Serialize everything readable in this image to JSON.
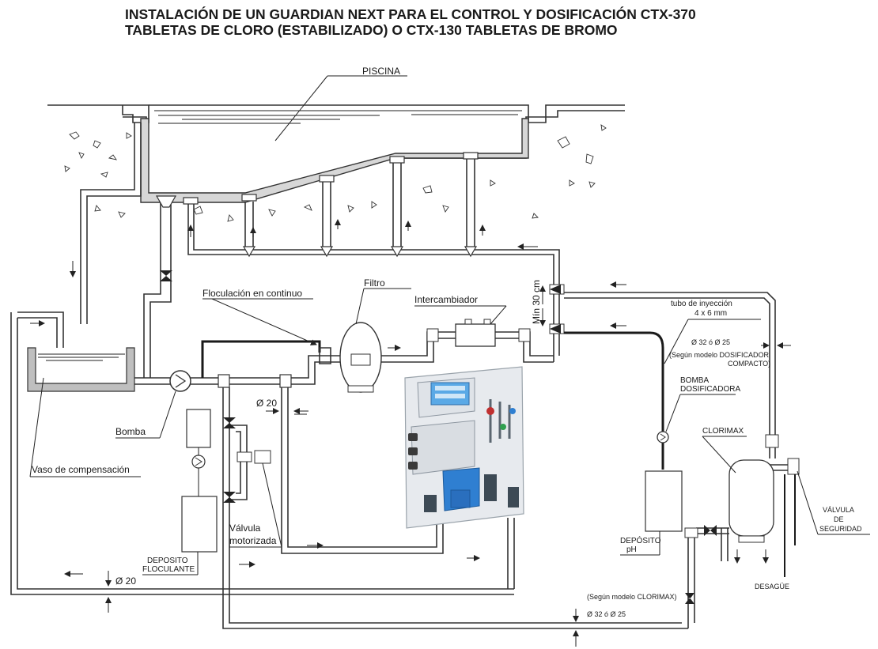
{
  "title": {
    "line1": "INSTALACIÓN DE UN GUARDIAN NEXT PARA EL CONTROL Y DOSIFICACIÓN CTX-370",
    "line2": "TABLETAS DE CLORO (ESTABILIZADO) O CTX-130 TABLETAS DE BROMO"
  },
  "labels": {
    "piscina": "PISCINA",
    "floculacion": "Floculación en continuo",
    "filtro": "Filtro",
    "intercambiador": "Intercambiador",
    "min30": "Mín 30 cm",
    "tubo_line1": "tubo de inyección",
    "tubo_line2": "4 x 6 mm",
    "phi32_top": "Ø 32 ó Ø 25",
    "dosif_line1": "(Según modelo DOSIFICADOR",
    "dosif_line2": "COMPACTO)",
    "bomba_dosif_line1": "BOMBA",
    "bomba_dosif_line2": "DOSIFICADORA",
    "clorimax": "CLORIMAX",
    "phi20_mid": "Ø 20",
    "bomba": "Bomba",
    "vaso": "Vaso de compensación",
    "valvula_line1": "Válvula",
    "valvula_line2": "motorizada",
    "deposito_floc_line1": "DEPOSITO",
    "deposito_floc_line2": "FLOCULANTE",
    "phi20_bottom": "Ø 20",
    "deposito_ph_line1": "DEPÓSITO",
    "deposito_ph_line2": "pH",
    "valvula_seg_line1": "VÁLVULA",
    "valvula_seg_line2": "DE",
    "valvula_seg_line3": "SEGURIDAD",
    "desague": "DESAGÜE",
    "clorimax_model": "(Según modelo CLORIMAX)",
    "phi32_bottom": "Ø 32 ó Ø 25"
  },
  "colors": {
    "line": "#333333",
    "device_blue": "#2f7fd1",
    "screen_blue": "#5aa9e6",
    "device_body": "#e9ecef"
  }
}
